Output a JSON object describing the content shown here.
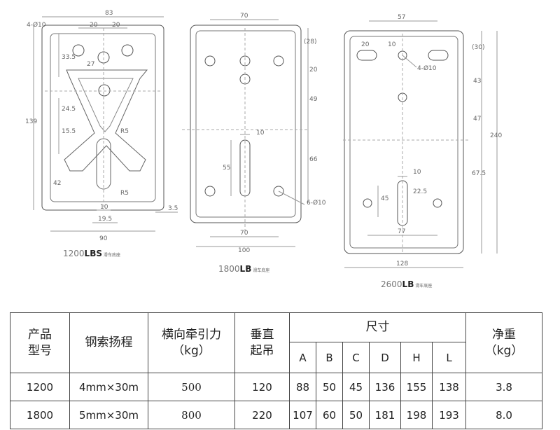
{
  "drawings": [
    {
      "caption_num": "1200",
      "caption_bold": "LBS",
      "caption_small": "滑车底座",
      "dims": [
        "83",
        "4-Ø10",
        "20",
        "20",
        "33.5",
        "27",
        "139",
        "24.5",
        "15.5",
        "R5",
        "42",
        "10",
        "R5",
        "3.5",
        "19.5",
        "90"
      ]
    },
    {
      "caption_num": "1800",
      "caption_bold": "LB",
      "caption_small": "滑车底座",
      "dims": [
        "70",
        "(28)",
        "20",
        "49",
        "66",
        "10",
        "55",
        "6-Ø10",
        "70",
        "100"
      ]
    },
    {
      "caption_num": "2600",
      "caption_bold": "LB",
      "caption_small": "滑车底座",
      "dims": [
        "57",
        "20",
        "10",
        "4-Ø10",
        "(30)",
        "43",
        "47",
        "240",
        "67.5",
        "10",
        "45",
        "22.5",
        "77",
        "128"
      ]
    }
  ],
  "table": {
    "headers": {
      "model": [
        "产品",
        "型号"
      ],
      "stroke": "钢索扬程",
      "traction": [
        "横向牵引力",
        "（kg）"
      ],
      "vertical": [
        "垂直",
        "起吊"
      ],
      "size": "尺寸",
      "size_cols": [
        "A",
        "B",
        "C",
        "D",
        "H",
        "L"
      ],
      "weight": [
        "净重",
        "（kg）"
      ]
    },
    "rows": [
      {
        "model": "1200",
        "stroke": "4mm×30m",
        "traction": "500",
        "vertical": "120",
        "sizes": [
          "88",
          "50",
          "45",
          "136",
          "155",
          "138"
        ],
        "weight": "3.8"
      },
      {
        "model": "1800",
        "stroke": "5mm×30m",
        "traction": "800",
        "vertical": "220",
        "sizes": [
          "107",
          "60",
          "50",
          "181",
          "198",
          "193"
        ],
        "weight": "8.0"
      }
    ]
  }
}
